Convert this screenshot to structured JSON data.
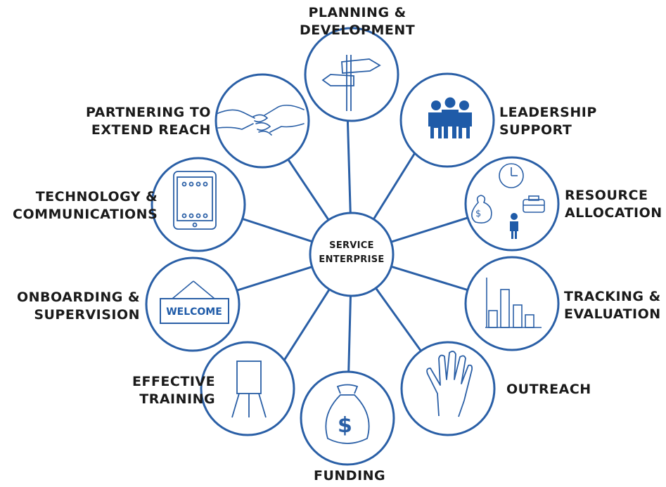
{
  "center": {
    "line1": "SERVICE",
    "line2": "ENTERPRISE"
  },
  "nodes": [
    {
      "id": "planning",
      "lines": [
        "PLANNING &",
        "DEVELOPMENT"
      ],
      "icon": "signpost-icon"
    },
    {
      "id": "leadership",
      "lines": [
        "LEADERSHIP",
        "SUPPORT"
      ],
      "icon": "people-group-icon"
    },
    {
      "id": "resource",
      "lines": [
        "RESOURCE",
        "ALLOCATION"
      ],
      "icon": "resources-icon"
    },
    {
      "id": "tracking",
      "lines": [
        "TRACKING &",
        "EVALUATION"
      ],
      "icon": "bar-chart-icon"
    },
    {
      "id": "outreach",
      "lines": [
        "OUTREACH"
      ],
      "icon": "hand-icon"
    },
    {
      "id": "funding",
      "lines": [
        "FUNDING"
      ],
      "icon": "money-bag-icon"
    },
    {
      "id": "training",
      "lines": [
        "EFFECTIVE",
        "TRAINING"
      ],
      "icon": "flipchart-icon"
    },
    {
      "id": "onboarding",
      "lines": [
        "ONBOARDING &",
        "SUPERVISION"
      ],
      "icon": "welcome-sign-icon",
      "sign_text": "WELCOME"
    },
    {
      "id": "technology",
      "lines": [
        "TECHNOLOGY &",
        "COMMUNICATIONS"
      ],
      "icon": "tablet-icon"
    },
    {
      "id": "partnering",
      "lines": [
        "PARTNERING TO",
        "EXTEND REACH"
      ],
      "icon": "handshake-icon"
    }
  ],
  "colors": {
    "stroke": "#2a5fa6",
    "icon_fill": "#1f5ba8",
    "text": "#1a1a1a"
  }
}
